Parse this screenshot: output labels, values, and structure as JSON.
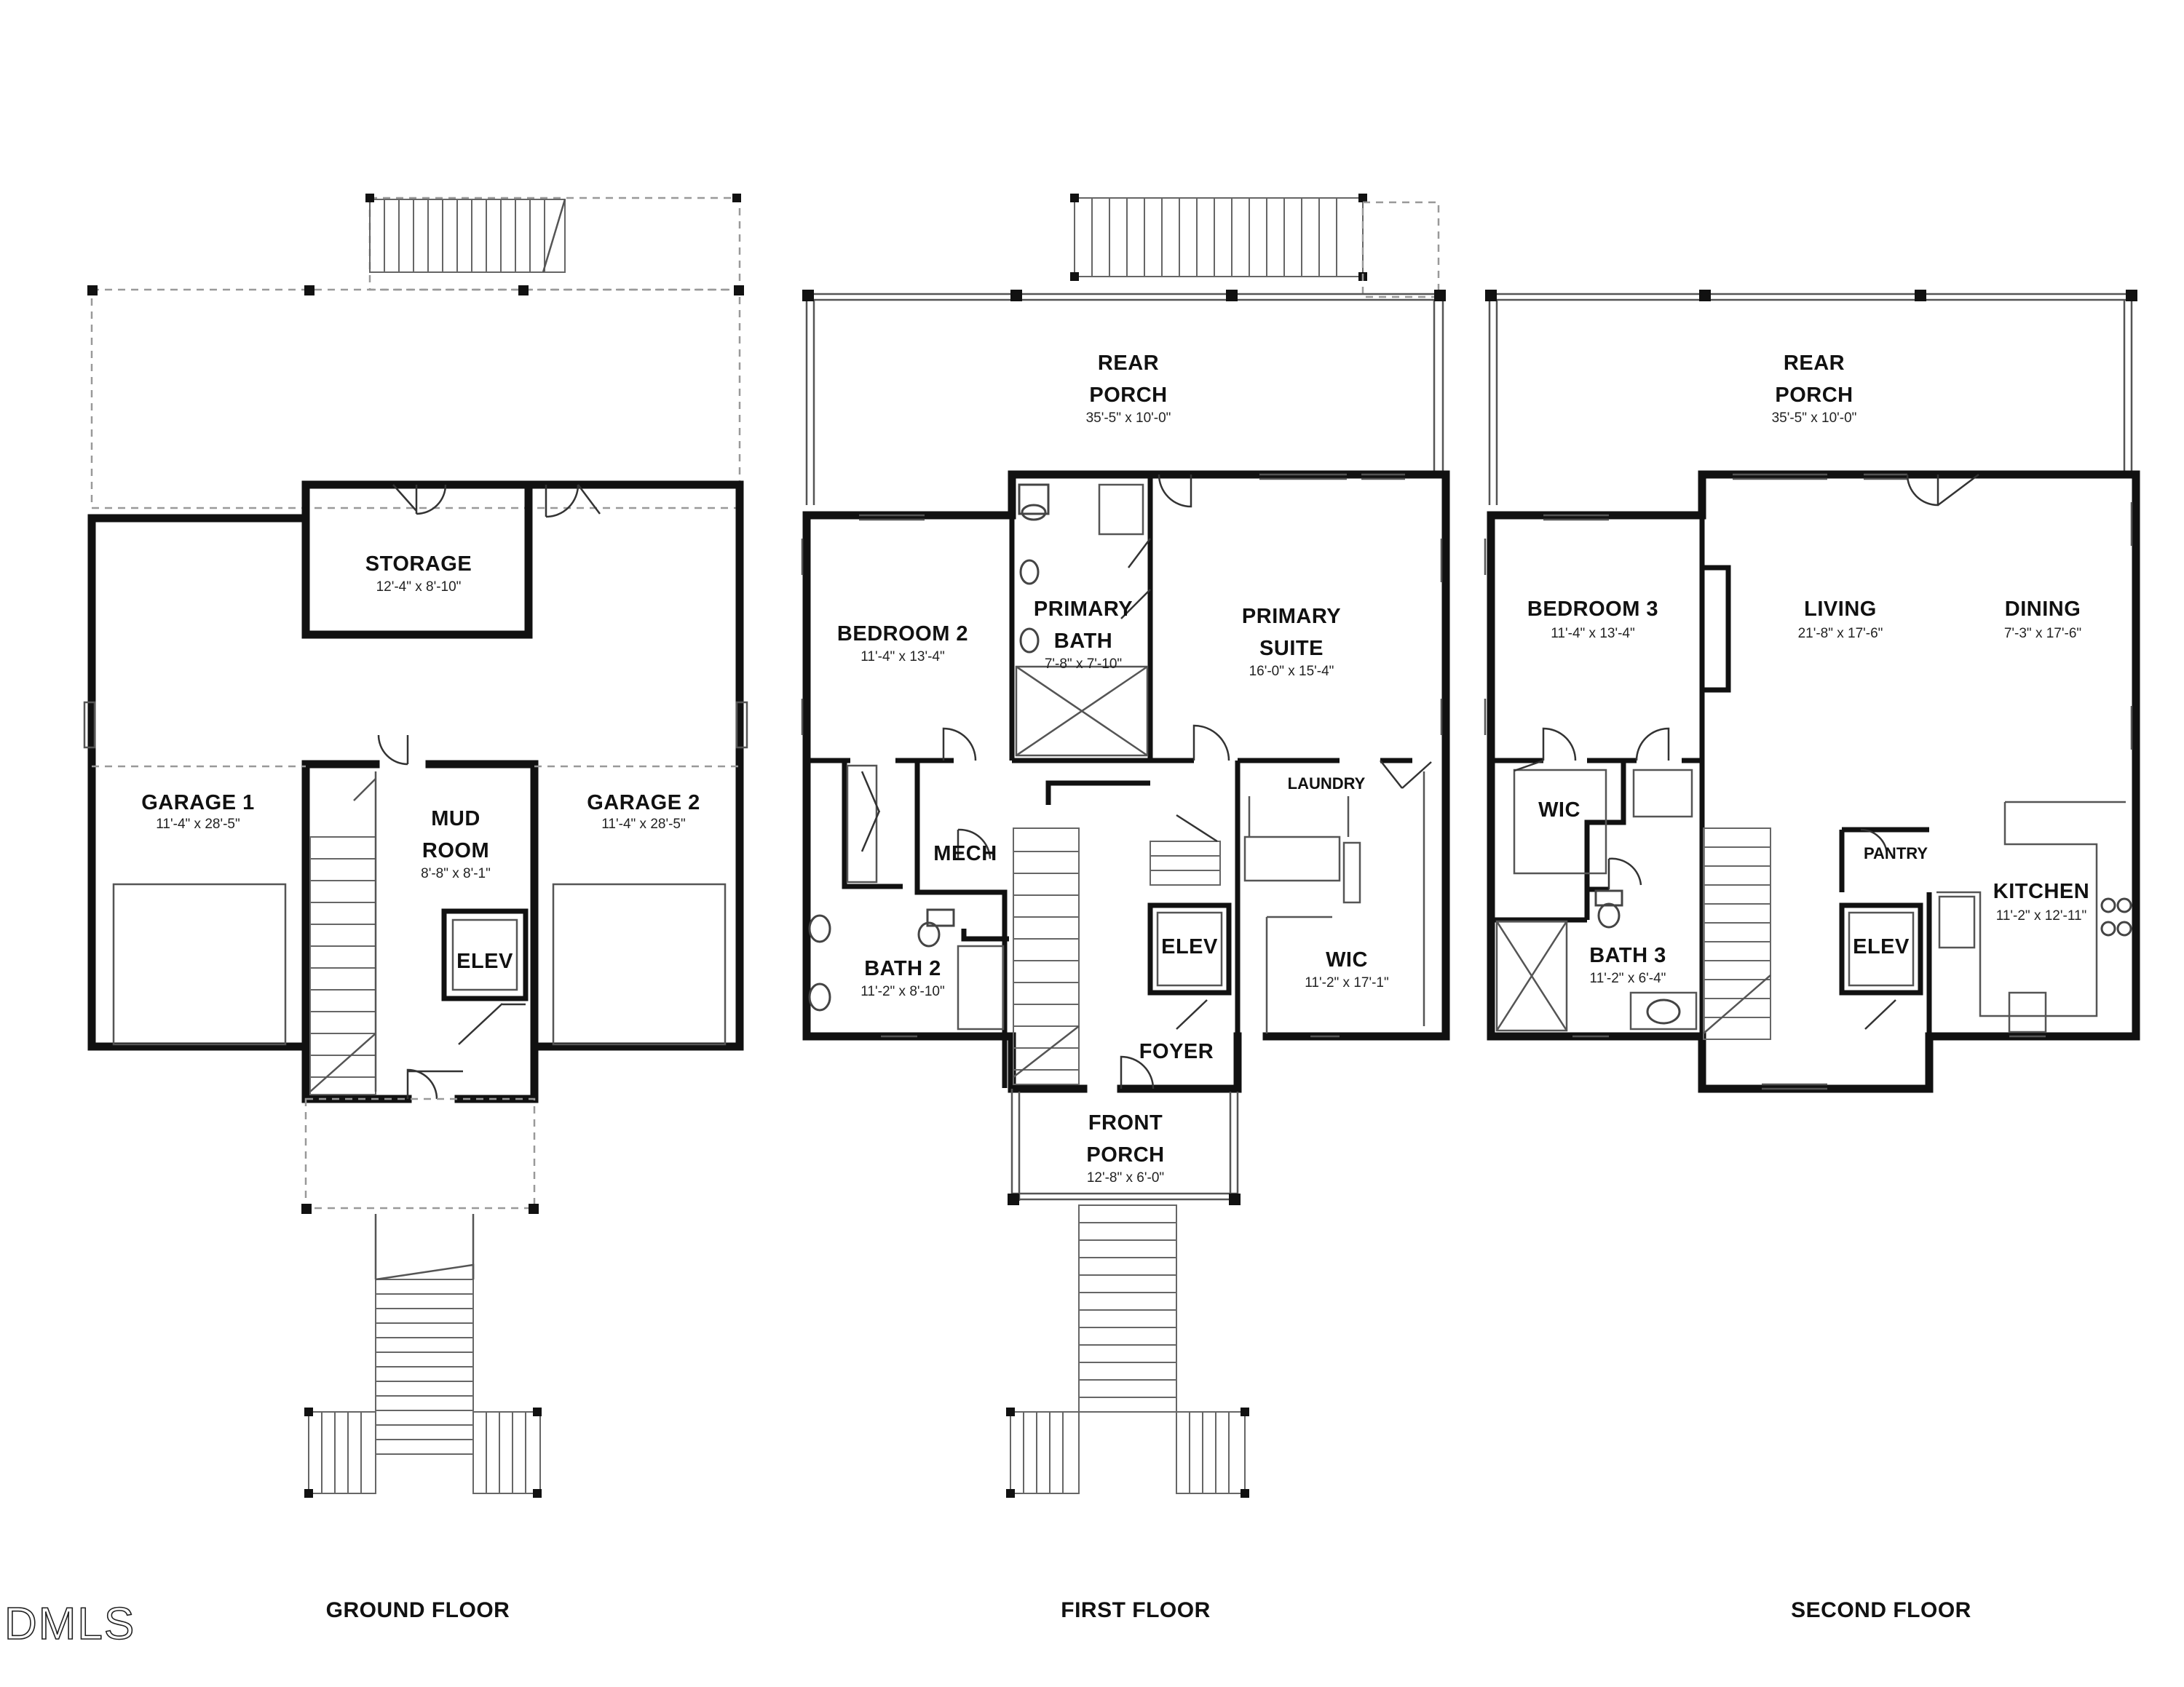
{
  "logo": "DMLS",
  "floors": {
    "ground": {
      "label": "GROUND FLOOR",
      "rooms": {
        "storage": {
          "name": "STORAGE",
          "dim": "12'-4\" x 8'-10\""
        },
        "garage1": {
          "name": "GARAGE 1",
          "dim": "11'-4\" x 28'-5\""
        },
        "mudroom": {
          "name1": "MUD",
          "name2": "ROOM",
          "dim": "8'-8\" x 8'-1\""
        },
        "garage2": {
          "name": "GARAGE 2",
          "dim": "11'-4\" x 28'-5\""
        },
        "elev": {
          "name": "ELEV"
        }
      }
    },
    "first": {
      "label": "FIRST FLOOR",
      "rooms": {
        "rearporch": {
          "name1": "REAR",
          "name2": "PORCH",
          "dim": "35'-5\" x 10'-0\""
        },
        "bedroom2": {
          "name": "BEDROOM 2",
          "dim": "11'-4\" x 13'-4\""
        },
        "primarybath": {
          "name1": "PRIMARY",
          "name2": "BATH",
          "dim": "7'-8\" x 7'-10\""
        },
        "primarysuite": {
          "name1": "PRIMARY",
          "name2": "SUITE",
          "dim": "16'-0\" x 15'-4\""
        },
        "laundry": {
          "name": "LAUNDRY"
        },
        "mech": {
          "name": "MECH"
        },
        "elev": {
          "name": "ELEV"
        },
        "bath2": {
          "name": "BATH 2",
          "dim": "11'-2\" x 8'-10\""
        },
        "wic": {
          "name": "WIC",
          "dim": "11'-2\" x 17'-1\""
        },
        "foyer": {
          "name": "FOYER"
        },
        "frontporch": {
          "name1": "FRONT",
          "name2": "PORCH",
          "dim": "12'-8\" x 6'-0\""
        }
      }
    },
    "second": {
      "label": "SECOND FLOOR",
      "rooms": {
        "rearporch": {
          "name1": "REAR",
          "name2": "PORCH",
          "dim": "35'-5\" x 10'-0\""
        },
        "bedroom3": {
          "name": "BEDROOM 3",
          "dim": "11'-4\" x 13'-4\""
        },
        "living": {
          "name": "LIVING",
          "dim": "21'-8\" x 17'-6\""
        },
        "dining": {
          "name": "DINING",
          "dim": "7'-3\" x 17'-6\""
        },
        "wic": {
          "name": "WIC"
        },
        "pantry": {
          "name": "PANTRY"
        },
        "kitchen": {
          "name": "KITCHEN",
          "dim": "11'-2\" x 12'-11\""
        },
        "elev": {
          "name": "ELEV"
        },
        "bath3": {
          "name": "BATH 3",
          "dim": "11'-2\" x 6'-4\""
        }
      }
    }
  }
}
